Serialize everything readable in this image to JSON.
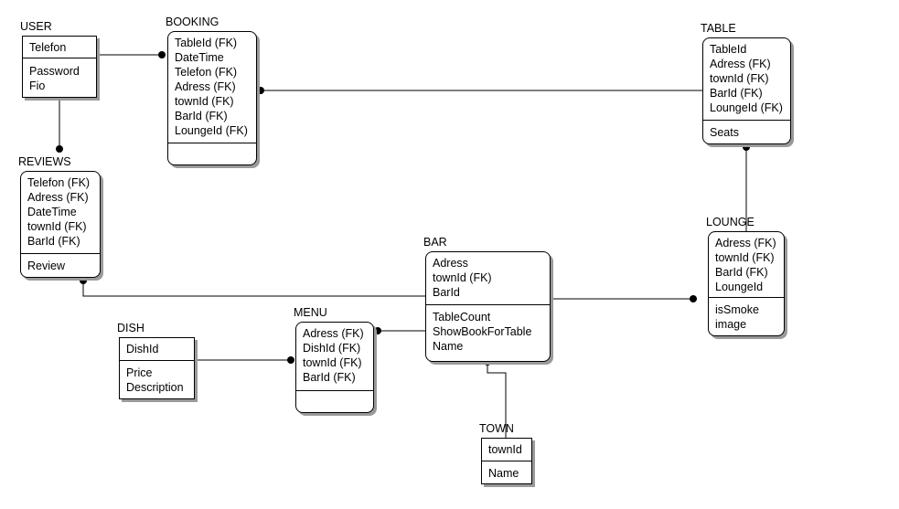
{
  "entities": {
    "user": {
      "title": "USER",
      "keys": [
        "Telefon"
      ],
      "attrs": [
        "Password",
        "Fio"
      ]
    },
    "booking": {
      "title": "BOOKING",
      "keys": [
        "TableId (FK)",
        "DateTime",
        "Telefon (FK)",
        "Adress (FK)",
        "townId (FK)",
        "BarId (FK)",
        "LoungeId (FK)"
      ],
      "attrs": []
    },
    "table": {
      "title": "TABLE",
      "keys": [
        "TableId",
        "Adress (FK)",
        "townId (FK)",
        "BarId (FK)",
        "LoungeId (FK)"
      ],
      "attrs": [
        "Seats"
      ]
    },
    "reviews": {
      "title": "REVIEWS",
      "keys": [
        "Telefon (FK)",
        "Adress (FK)",
        "DateTime",
        "townId (FK)",
        "BarId (FK)"
      ],
      "attrs": [
        "Review"
      ]
    },
    "lounge": {
      "title": "LOUNGE",
      "keys": [
        "Adress (FK)",
        "townId (FK)",
        "BarId (FK)",
        "LoungeId"
      ],
      "attrs": [
        "isSmoke",
        "image"
      ]
    },
    "bar": {
      "title": "BAR",
      "keys": [
        "Adress",
        "townId (FK)",
        "BarId"
      ],
      "attrs": [
        "TableCount",
        "ShowBookForTable",
        "Name"
      ]
    },
    "menu": {
      "title": "MENU",
      "keys": [
        "Adress (FK)",
        "DishId (FK)",
        "townId (FK)",
        "BarId (FK)"
      ],
      "attrs": []
    },
    "dish": {
      "title": "DISH",
      "keys": [
        "DishId"
      ],
      "attrs": [
        "Price",
        "Description"
      ]
    },
    "town": {
      "title": "TOWN",
      "keys": [
        "townId"
      ],
      "attrs": [
        "Name"
      ]
    }
  },
  "colors": {
    "line": "#000000",
    "shadow": "#9a9a9a",
    "background": "#ffffff"
  }
}
